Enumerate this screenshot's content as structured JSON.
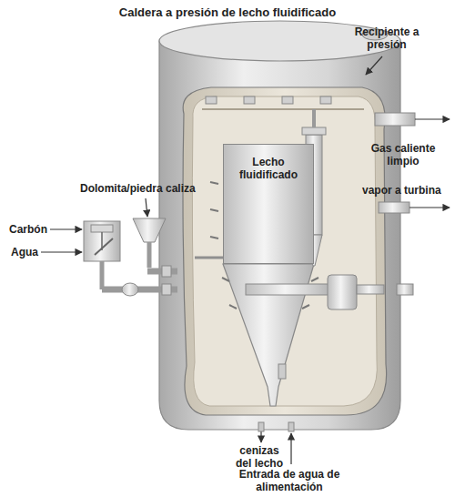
{
  "diagram": {
    "title": "Caldera a presión de lecho fluidificado",
    "nodes": [
      {
        "text": [
          "Lecho fluidificado"
        ]
      }
    ],
    "labels": [
      "Recipiente a presión",
      "Gas caliente limpio",
      "vapor a turbina",
      "Dolomita/piedra caliza",
      "Carbón",
      "Agua",
      "cenizas del lecho",
      "Entrada de agua de alimentación"
    ]
  }
}
